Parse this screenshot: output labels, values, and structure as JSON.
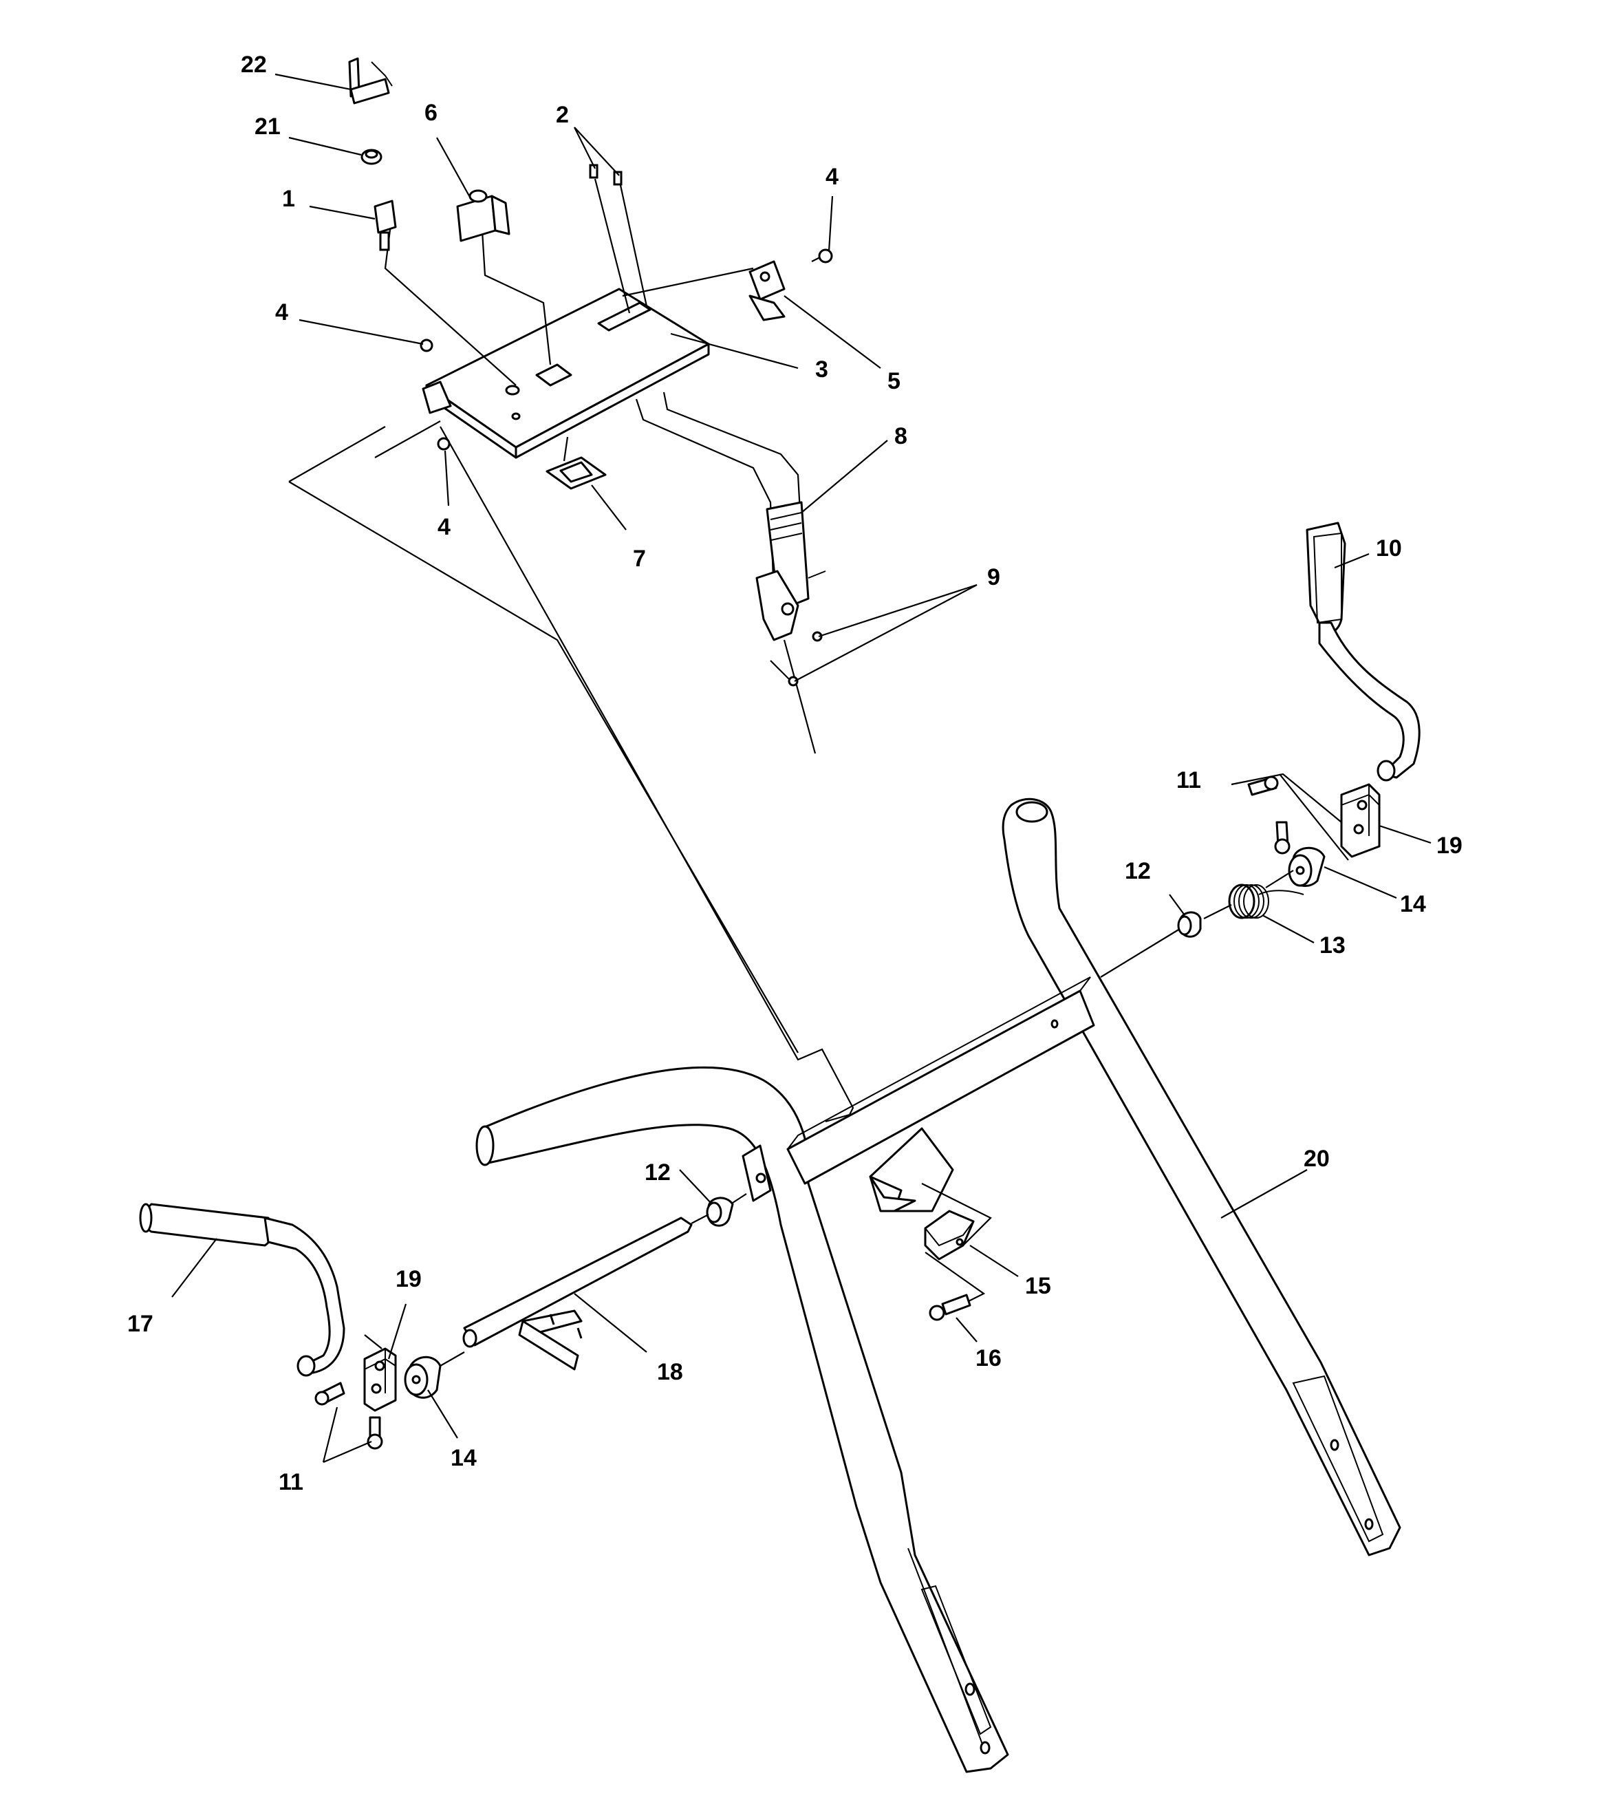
{
  "callouts": [
    {
      "id": "c22",
      "text": "22"
    },
    {
      "id": "c21",
      "text": "21"
    },
    {
      "id": "c1",
      "text": "1"
    },
    {
      "id": "c6",
      "text": "6"
    },
    {
      "id": "c2",
      "text": "2"
    },
    {
      "id": "c4a",
      "text": "4"
    },
    {
      "id": "c4b",
      "text": "4"
    },
    {
      "id": "c4c",
      "text": "4"
    },
    {
      "id": "c3",
      "text": "3"
    },
    {
      "id": "c5",
      "text": "5"
    },
    {
      "id": "c8",
      "text": "8"
    },
    {
      "id": "c7",
      "text": "7"
    },
    {
      "id": "c9",
      "text": "9"
    },
    {
      "id": "c10",
      "text": "10"
    },
    {
      "id": "c11a",
      "text": "11"
    },
    {
      "id": "c19a",
      "text": "19"
    },
    {
      "id": "c12a",
      "text": "12"
    },
    {
      "id": "c14a",
      "text": "14"
    },
    {
      "id": "c13",
      "text": "13"
    },
    {
      "id": "c20",
      "text": "20"
    },
    {
      "id": "c12b",
      "text": "12"
    },
    {
      "id": "c15",
      "text": "15"
    },
    {
      "id": "c16",
      "text": "16"
    },
    {
      "id": "c17",
      "text": "17"
    },
    {
      "id": "c19b",
      "text": "19"
    },
    {
      "id": "c18",
      "text": "18"
    },
    {
      "id": "c14b",
      "text": "14"
    },
    {
      "id": "c11b",
      "text": "11"
    }
  ]
}
